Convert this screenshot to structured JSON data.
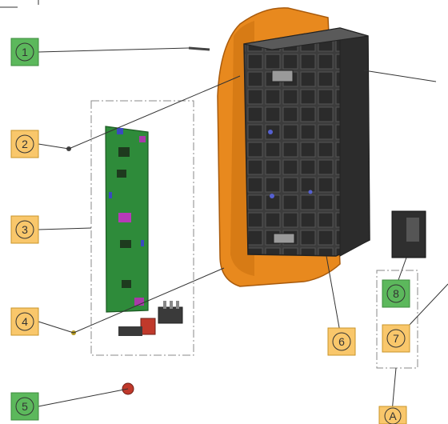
{
  "callouts": [
    {
      "id": "1",
      "label": "1",
      "color": "green"
    },
    {
      "id": "2",
      "label": "2",
      "color": "orange"
    },
    {
      "id": "3",
      "label": "3",
      "color": "orange"
    },
    {
      "id": "4",
      "label": "4",
      "color": "orange"
    },
    {
      "id": "5",
      "label": "5",
      "color": "green"
    },
    {
      "id": "6",
      "label": "6",
      "color": "orange"
    },
    {
      "id": "7",
      "label": "7",
      "color": "orange"
    },
    {
      "id": "8",
      "label": "8",
      "color": "green"
    },
    {
      "id": "A",
      "label": "A",
      "color": "orange"
    }
  ],
  "colors": {
    "green": "#5cb85c",
    "orange": "#f9c76b",
    "housing": "#e8891e",
    "battery": "#3a3a3a",
    "pcb": "#2e8b3a"
  }
}
